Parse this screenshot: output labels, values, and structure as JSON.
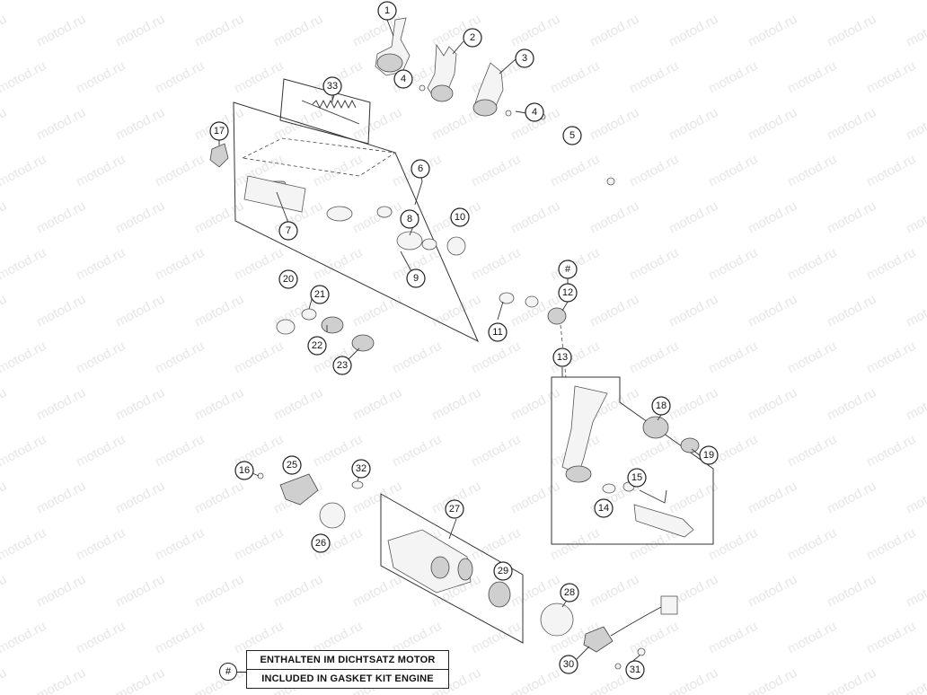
{
  "watermark": {
    "text": "motod.ru"
  },
  "callouts": [
    {
      "id": "c1",
      "label": "1"
    },
    {
      "id": "c2",
      "label": "2"
    },
    {
      "id": "c3",
      "label": "3"
    },
    {
      "id": "c4a",
      "label": "4"
    },
    {
      "id": "c4b",
      "label": "4"
    },
    {
      "id": "c5",
      "label": "5"
    },
    {
      "id": "c6",
      "label": "6"
    },
    {
      "id": "c7",
      "label": "7"
    },
    {
      "id": "c8",
      "label": "8"
    },
    {
      "id": "c9",
      "label": "9"
    },
    {
      "id": "c10",
      "label": "10"
    },
    {
      "id": "c11",
      "label": "11"
    },
    {
      "id": "chash",
      "label": "#"
    },
    {
      "id": "c12",
      "label": "12"
    },
    {
      "id": "c13",
      "label": "13"
    },
    {
      "id": "c14",
      "label": "14"
    },
    {
      "id": "c15",
      "label": "15"
    },
    {
      "id": "c16",
      "label": "16"
    },
    {
      "id": "c17",
      "label": "17"
    },
    {
      "id": "c18",
      "label": "18"
    },
    {
      "id": "c19",
      "label": "19"
    },
    {
      "id": "c20",
      "label": "20"
    },
    {
      "id": "c21",
      "label": "21"
    },
    {
      "id": "c22",
      "label": "22"
    },
    {
      "id": "c23",
      "label": "23"
    },
    {
      "id": "c25",
      "label": "25"
    },
    {
      "id": "c26",
      "label": "26"
    },
    {
      "id": "c27",
      "label": "27"
    },
    {
      "id": "c28",
      "label": "28"
    },
    {
      "id": "c29",
      "label": "29"
    },
    {
      "id": "c30",
      "label": "30"
    },
    {
      "id": "c31",
      "label": "31"
    },
    {
      "id": "c32",
      "label": "32"
    },
    {
      "id": "c33",
      "label": "33"
    }
  ],
  "legend": {
    "marker": "#",
    "line_de": "ENTHALTEN IM DICHTSATZ MOTOR",
    "line_en": "INCLUDED IN GASKET KIT ENGINE"
  },
  "colors": {
    "line": "#222222",
    "watermark": "#e6e6e6",
    "background": "#ffffff"
  }
}
